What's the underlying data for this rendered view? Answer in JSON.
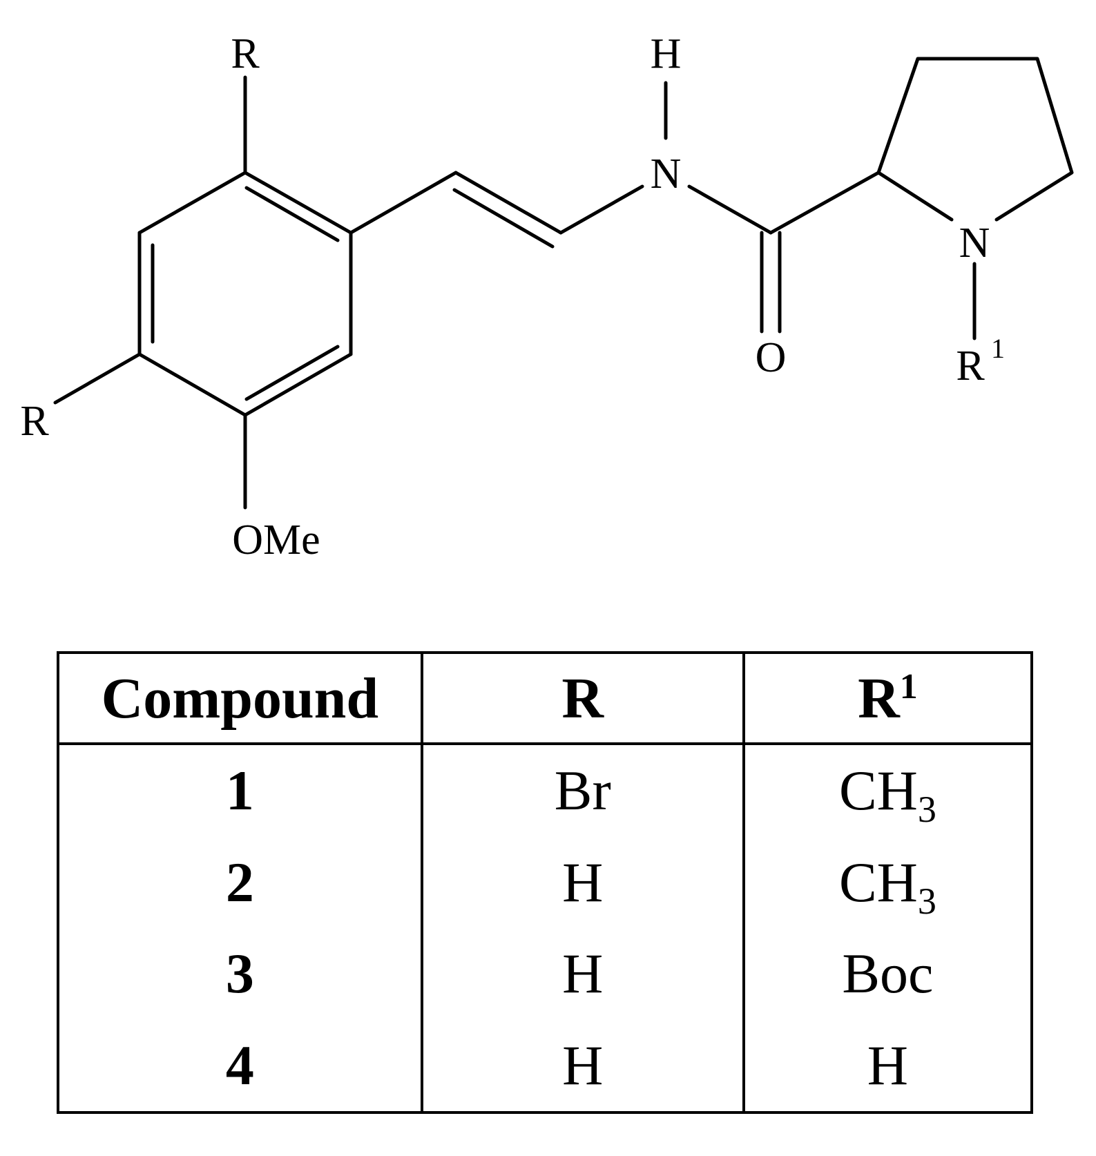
{
  "structure": {
    "labels": {
      "r_top": "R",
      "r_left": "R",
      "ome": "OMe",
      "h": "H",
      "nh": "N",
      "o": "O",
      "n_ring": "N",
      "r1": "R",
      "r1_sup": "1"
    }
  },
  "table": {
    "headers": {
      "compound": "Compound",
      "r": "R",
      "r1": "R",
      "r1_sup": "1"
    },
    "rows": [
      {
        "compound": "1",
        "r": "Br",
        "r1": "CH",
        "r1_sub": "3"
      },
      {
        "compound": "2",
        "r": "H",
        "r1": "CH",
        "r1_sub": "3"
      },
      {
        "compound": "3",
        "r": "H",
        "r1": "Boc",
        "r1_sub": ""
      },
      {
        "compound": "4",
        "r": "H",
        "r1": "H",
        "r1_sub": ""
      }
    ]
  }
}
